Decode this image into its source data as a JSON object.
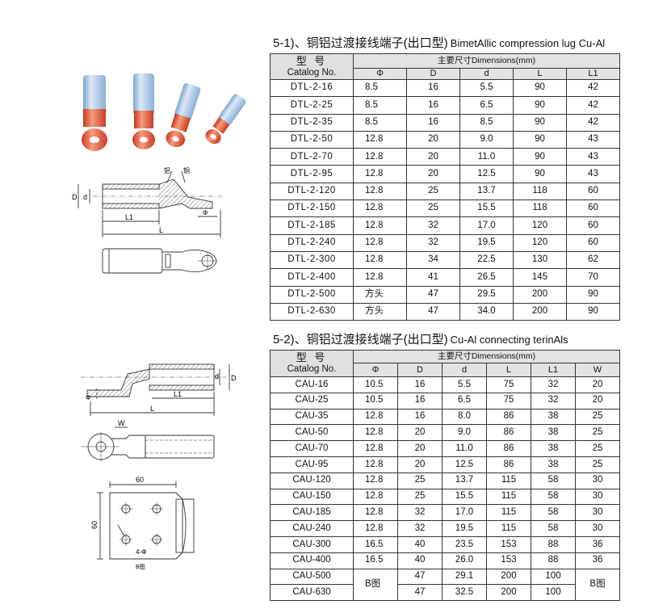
{
  "section1": {
    "title_cn": "5-1)、铜铝过渡接线端子(出口型)",
    "title_en": "BimetAllic compression lug Cu-Al",
    "catalog_cn": "型 号",
    "catalog_en": "Catalog No.",
    "dimensions_header": "主要尺寸Dimensions(mm)",
    "columns": [
      "Φ",
      "D",
      "d",
      "L",
      "L1"
    ],
    "rows": [
      [
        "DTL-2-16",
        "8.5",
        "16",
        "5.5",
        "90",
        "42"
      ],
      [
        "DTL-2-25",
        "8.5",
        "16",
        "6.5",
        "90",
        "42"
      ],
      [
        "DTL-2-35",
        "8.5",
        "16",
        "8.5",
        "90",
        "42"
      ],
      [
        "DTL-2-50",
        "12.8",
        "20",
        "9.0",
        "90",
        "43"
      ],
      [
        "DTL-2-70",
        "12.8",
        "20",
        "11.0",
        "90",
        "43"
      ],
      [
        "DTL-2-95",
        "12.8",
        "20",
        "12.5",
        "90",
        "43"
      ],
      [
        "DTL-2-120",
        "12.8",
        "25",
        "13.7",
        "118",
        "60"
      ],
      [
        "DTL-2-150",
        "12.8",
        "25",
        "15.5",
        "118",
        "60"
      ],
      [
        "DTL-2-185",
        "12.8",
        "32",
        "17.0",
        "120",
        "60"
      ],
      [
        "DTL-2-240",
        "12.8",
        "32",
        "19.5",
        "120",
        "60"
      ],
      [
        "DTL-2-300",
        "12.8",
        "34",
        "22.5",
        "130",
        "62"
      ],
      [
        "DTL-2-400",
        "12.8",
        "41",
        "26.5",
        "145",
        "70"
      ],
      [
        "DTL-2-500",
        "方头",
        "47",
        "29.5",
        "200",
        "90"
      ],
      [
        "DTL-2-630",
        "方头",
        "47",
        "34.0",
        "200",
        "90"
      ]
    ]
  },
  "section2": {
    "title_cn": "5-2)、铜铝过渡接线端子(出口型)",
    "title_en": "Cu-Al connecting terinAls",
    "catalog_cn": "型 号",
    "catalog_en": "Catalog No.",
    "dimensions_header": "主要尺寸Dimensions(mm)",
    "columns": [
      "Φ",
      "D",
      "d",
      "L",
      "L1",
      "W"
    ],
    "rows": [
      [
        "CAU-16",
        "10.5",
        "16",
        "5.5",
        "75",
        "32",
        "20"
      ],
      [
        "CAU-25",
        "10.5",
        "16",
        "6.5",
        "75",
        "32",
        "20"
      ],
      [
        "CAU-35",
        "12.8",
        "16",
        "8.0",
        "86",
        "38",
        "25"
      ],
      [
        "CAU-50",
        "12.8",
        "20",
        "9.0",
        "86",
        "38",
        "25"
      ],
      [
        "CAU-70",
        "12.8",
        "20",
        "11.0",
        "86",
        "38",
        "25"
      ],
      [
        "CAU-95",
        "12.8",
        "20",
        "12.5",
        "86",
        "38",
        "25"
      ],
      [
        "CAU-120",
        "12.8",
        "25",
        "13.7",
        "115",
        "58",
        "30"
      ],
      [
        "CAU-150",
        "12.8",
        "25",
        "15.5",
        "115",
        "58",
        "30"
      ],
      [
        "CAU-185",
        "12.8",
        "32",
        "17.0",
        "115",
        "58",
        "30"
      ],
      [
        "CAU-240",
        "12.8",
        "32",
        "19.5",
        "115",
        "58",
        "30"
      ],
      [
        "CAU-300",
        "16.5",
        "40",
        "23.5",
        "153",
        "88",
        "36"
      ],
      [
        "CAU-400",
        "16.5",
        "40",
        "26.0",
        "153",
        "88",
        "36"
      ]
    ],
    "merged_rows": {
      "phi": "B图",
      "w": "B图",
      "rows": [
        [
          "CAU-500",
          "47",
          "29.1",
          "200",
          "100"
        ],
        [
          "CAU-630",
          "47",
          "32.5",
          "200",
          "100"
        ]
      ]
    }
  },
  "drawings": {
    "fig1_labels": {
      "al": "铝",
      "cu": "铜",
      "D": "D",
      "d": "d",
      "L1": "L1",
      "L": "L",
      "phi": "Φ"
    },
    "fig2_labels": {
      "phi": "Φ",
      "L1": "L1",
      "L": "L",
      "d": "d",
      "D": "D",
      "W": "W"
    },
    "fig3_labels": {
      "w60": "60",
      "h60": "60",
      "holes": "4-Φ",
      "caption": "B图"
    }
  },
  "colors": {
    "header_bg": "#e3e3e3",
    "sleeve_blue": "#a9c6e6",
    "copper_red": "#e05a3a",
    "line": "#333333"
  }
}
